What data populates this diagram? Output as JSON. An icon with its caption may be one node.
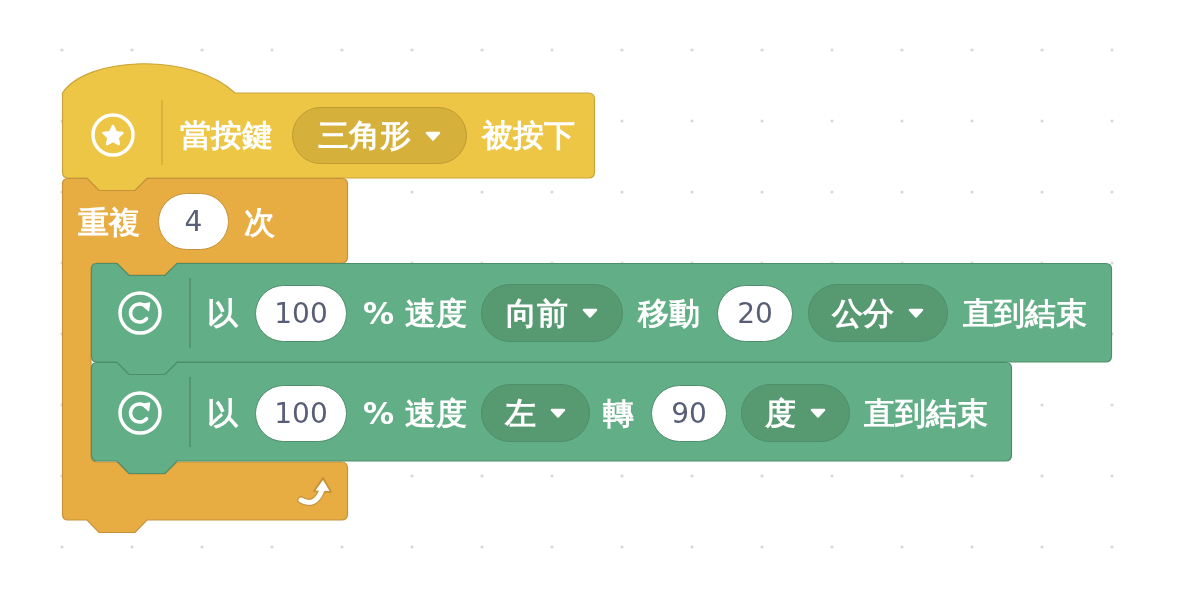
{
  "diagram": {
    "nodes": [
      {
        "text": [
          "當按鍵",
          "被按下"
        ]
      },
      {
        "text": [
          "三角形"
        ],
        "in": 0
      },
      {
        "text": [
          "重複",
          "次"
        ]
      },
      {
        "text": [
          "4"
        ],
        "in": 2
      },
      {
        "text": [
          "以",
          "% 速度",
          "移動",
          "直到結束"
        ]
      },
      {
        "text": [
          "100"
        ],
        "in": 4
      },
      {
        "text": [
          "向前"
        ],
        "in": 4
      },
      {
        "text": [
          "20"
        ],
        "in": 4
      },
      {
        "text": [
          "公分"
        ],
        "in": 4
      },
      {
        "text": [
          "以",
          "% 速度",
          "轉",
          "直到結束"
        ]
      },
      {
        "text": [
          "100"
        ],
        "in": 9
      },
      {
        "text": [
          "左"
        ],
        "in": 9
      },
      {
        "text": [
          "90"
        ],
        "in": 9
      },
      {
        "text": [
          "度"
        ],
        "in": 9
      }
    ]
  }
}
